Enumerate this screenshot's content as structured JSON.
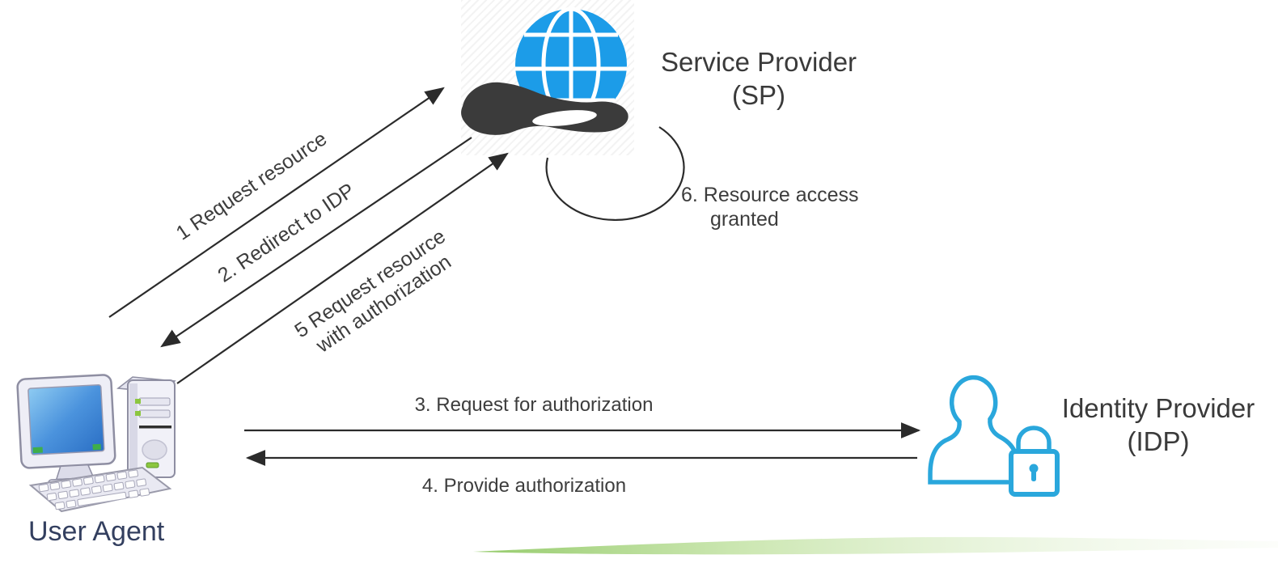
{
  "nodes": {
    "service_provider": {
      "title": "Service Provider",
      "subtitle": "(SP)",
      "icon": "globe-in-hand-icon"
    },
    "identity_provider": {
      "title": "Identity Provider",
      "subtitle": "(IDP)",
      "icon": "user-with-padlock-icon"
    },
    "user_agent": {
      "title": "User Agent",
      "icon": "desktop-computer-icon"
    }
  },
  "edges": {
    "e1": {
      "label": "1 Request resource",
      "from": "user_agent",
      "to": "service_provider",
      "direction": "up-right"
    },
    "e2": {
      "label": "2. Redirect to IDP",
      "from": "service_provider",
      "to": "user_agent",
      "direction": "down-left"
    },
    "e3": {
      "label": "3. Request for authorization",
      "from": "user_agent",
      "to": "identity_provider",
      "direction": "right"
    },
    "e4": {
      "label": "4. Provide authorization",
      "from": "identity_provider",
      "to": "user_agent",
      "direction": "left"
    },
    "e5": {
      "line1": "5 Request resource",
      "line2": "with authorization",
      "from": "user_agent",
      "to": "service_provider",
      "direction": "up-right"
    },
    "e6": {
      "line1": "6. Resource access",
      "line2": "granted",
      "type": "self-loop",
      "on": "service_provider"
    }
  },
  "colors": {
    "arrow": "#2b2b2b",
    "label_text": "#3d3d3d",
    "node_title_text": "#3a3a3a",
    "user_agent_text": "#333F5F",
    "globe_blue": "#1C9CE8",
    "hand_dark": "#3B3B3B",
    "idp_blue": "#2AA7DC",
    "swoosh_green": "#A5D378"
  }
}
